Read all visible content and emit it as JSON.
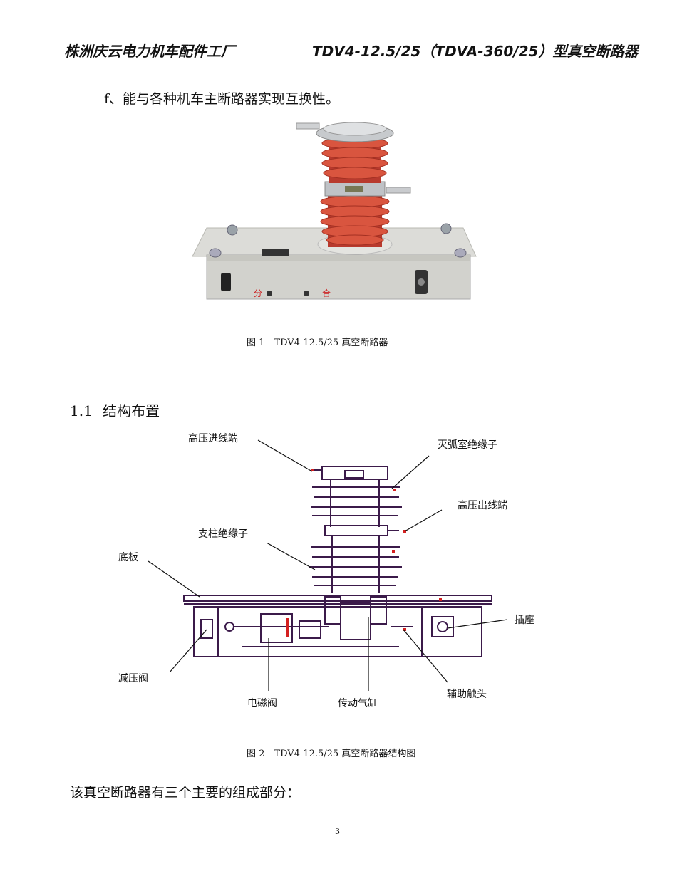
{
  "header": {
    "left": "株洲庆云电力机车配件工厂",
    "right": "TDV4-12.5/25（TDVA-360/25）型真空断路器"
  },
  "intro_item": "f、能与各种机车主断路器实现互换性。",
  "photo": {
    "label_open": "分",
    "label_close": "合"
  },
  "figure1_caption": "图 1　TDV4-12.5/25 真空断路器",
  "section": {
    "number": "1.1",
    "title": "结构布置"
  },
  "diagram_labels": {
    "hv_in": "高压进线端",
    "interrupter_insulator": "灭弧室绝缘子",
    "hv_out": "高压出线端",
    "post_insulator": "支柱绝缘子",
    "base_plate": "底板",
    "socket": "插座",
    "reducing_valve": "减压阀",
    "solenoid_valve": "电磁阀",
    "cylinder": "传动气缸",
    "aux_contact": "辅助触头"
  },
  "figure2_caption": "图 2　TDV4-12.5/25 真空断路器结构图",
  "closing_para": "该真空断路器有三个主要的组成部分：",
  "page_number": "3"
}
